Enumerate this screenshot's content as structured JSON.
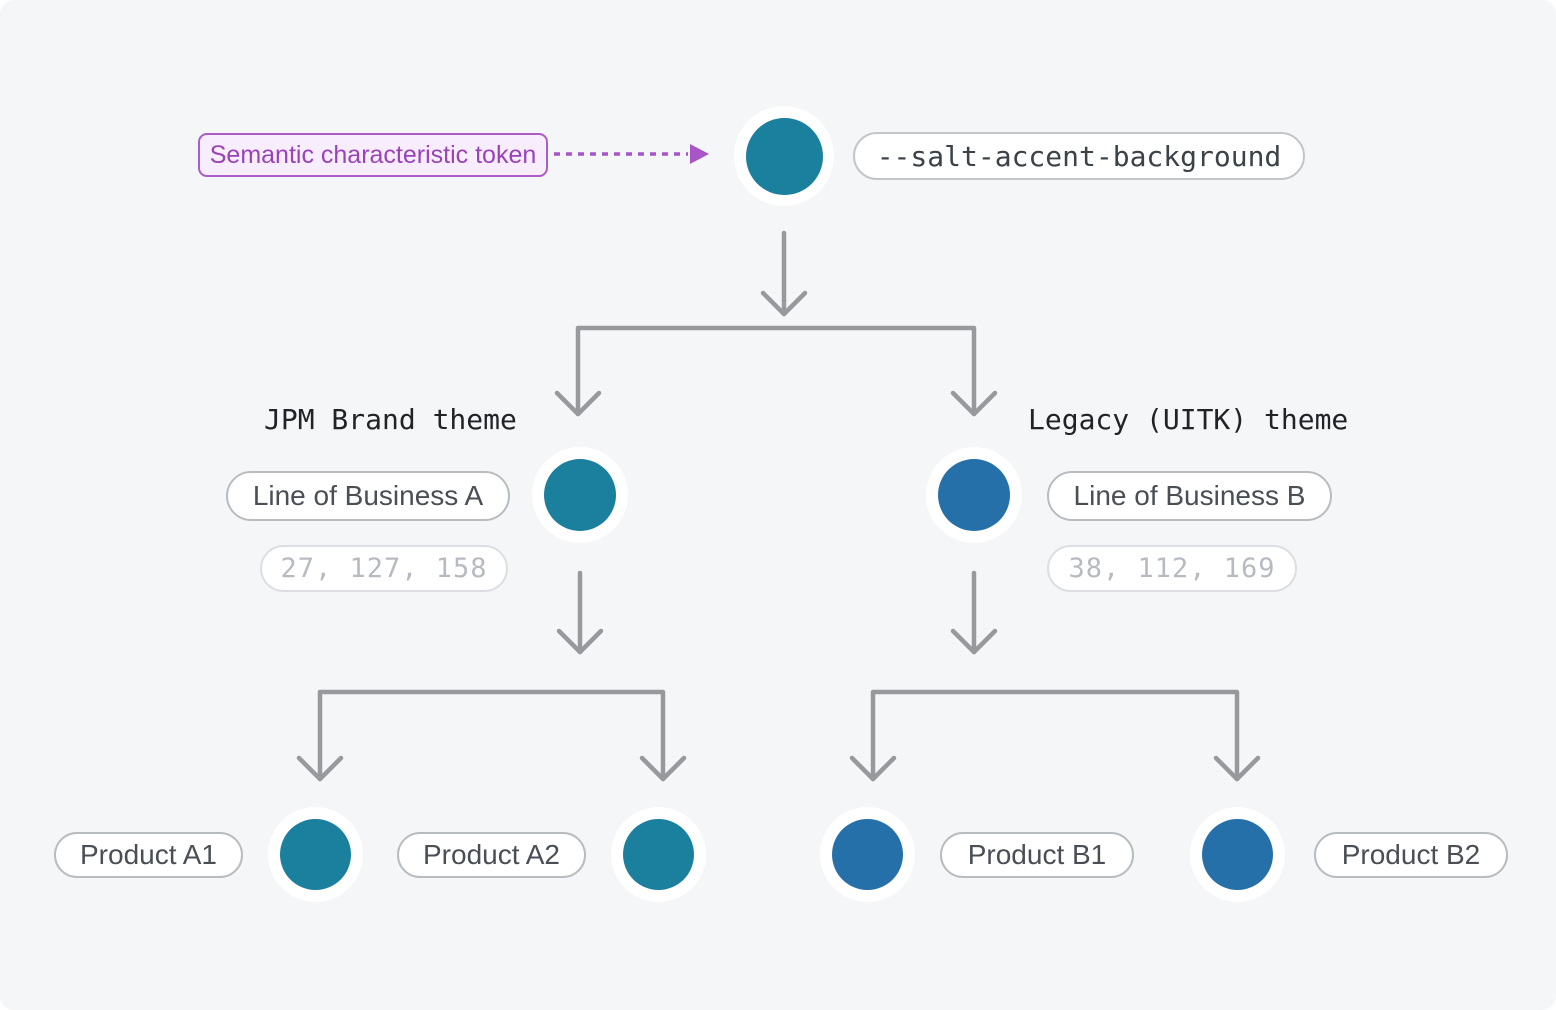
{
  "colors": {
    "teal": "#1b7f9e",
    "blue": "#2670a9",
    "arrow_gray": "#97999c",
    "purple_accent": "#a855c8"
  },
  "annotation": {
    "label": "Semantic characteristic token"
  },
  "root": {
    "token": "--salt-accent-background"
  },
  "branches": [
    {
      "theme": "JPM Brand theme",
      "lob": "Line of Business A",
      "rgb": "27, 127, 158",
      "products": [
        "Product A1",
        "Product A2"
      ]
    },
    {
      "theme": "Legacy (UITK) theme",
      "lob": "Line of Business B",
      "rgb": "38, 112, 169",
      "products": [
        "Product B1",
        "Product B2"
      ]
    }
  ]
}
